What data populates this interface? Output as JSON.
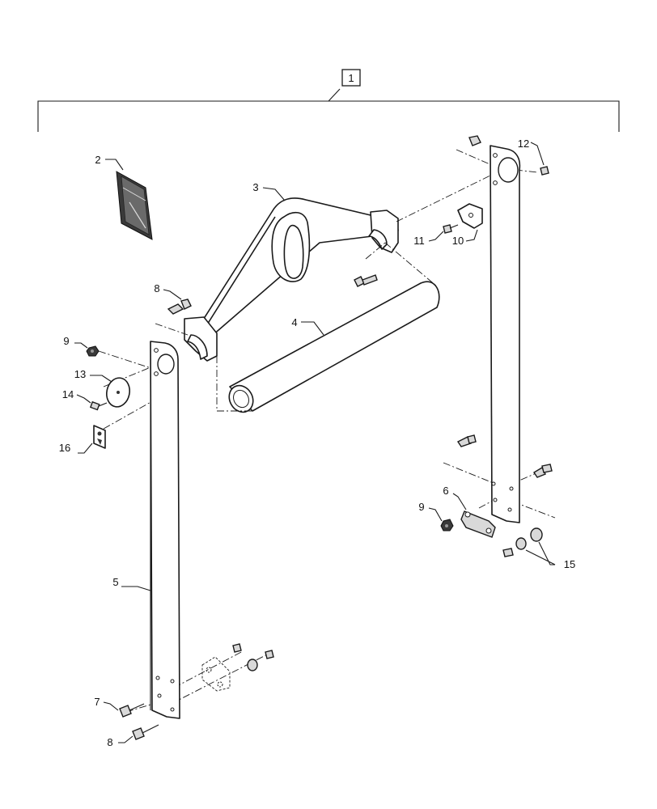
{
  "callouts": {
    "c1": "1",
    "c2": "2",
    "c3": "3",
    "c4": "4",
    "c5": "5",
    "c6": "6",
    "c7": "7",
    "c8a": "8",
    "c8b": "8",
    "c9a": "9",
    "c9b": "9",
    "c10": "10",
    "c11": "11",
    "c12": "12",
    "c13": "13",
    "c14": "14",
    "c15": "15",
    "c16": "16"
  }
}
